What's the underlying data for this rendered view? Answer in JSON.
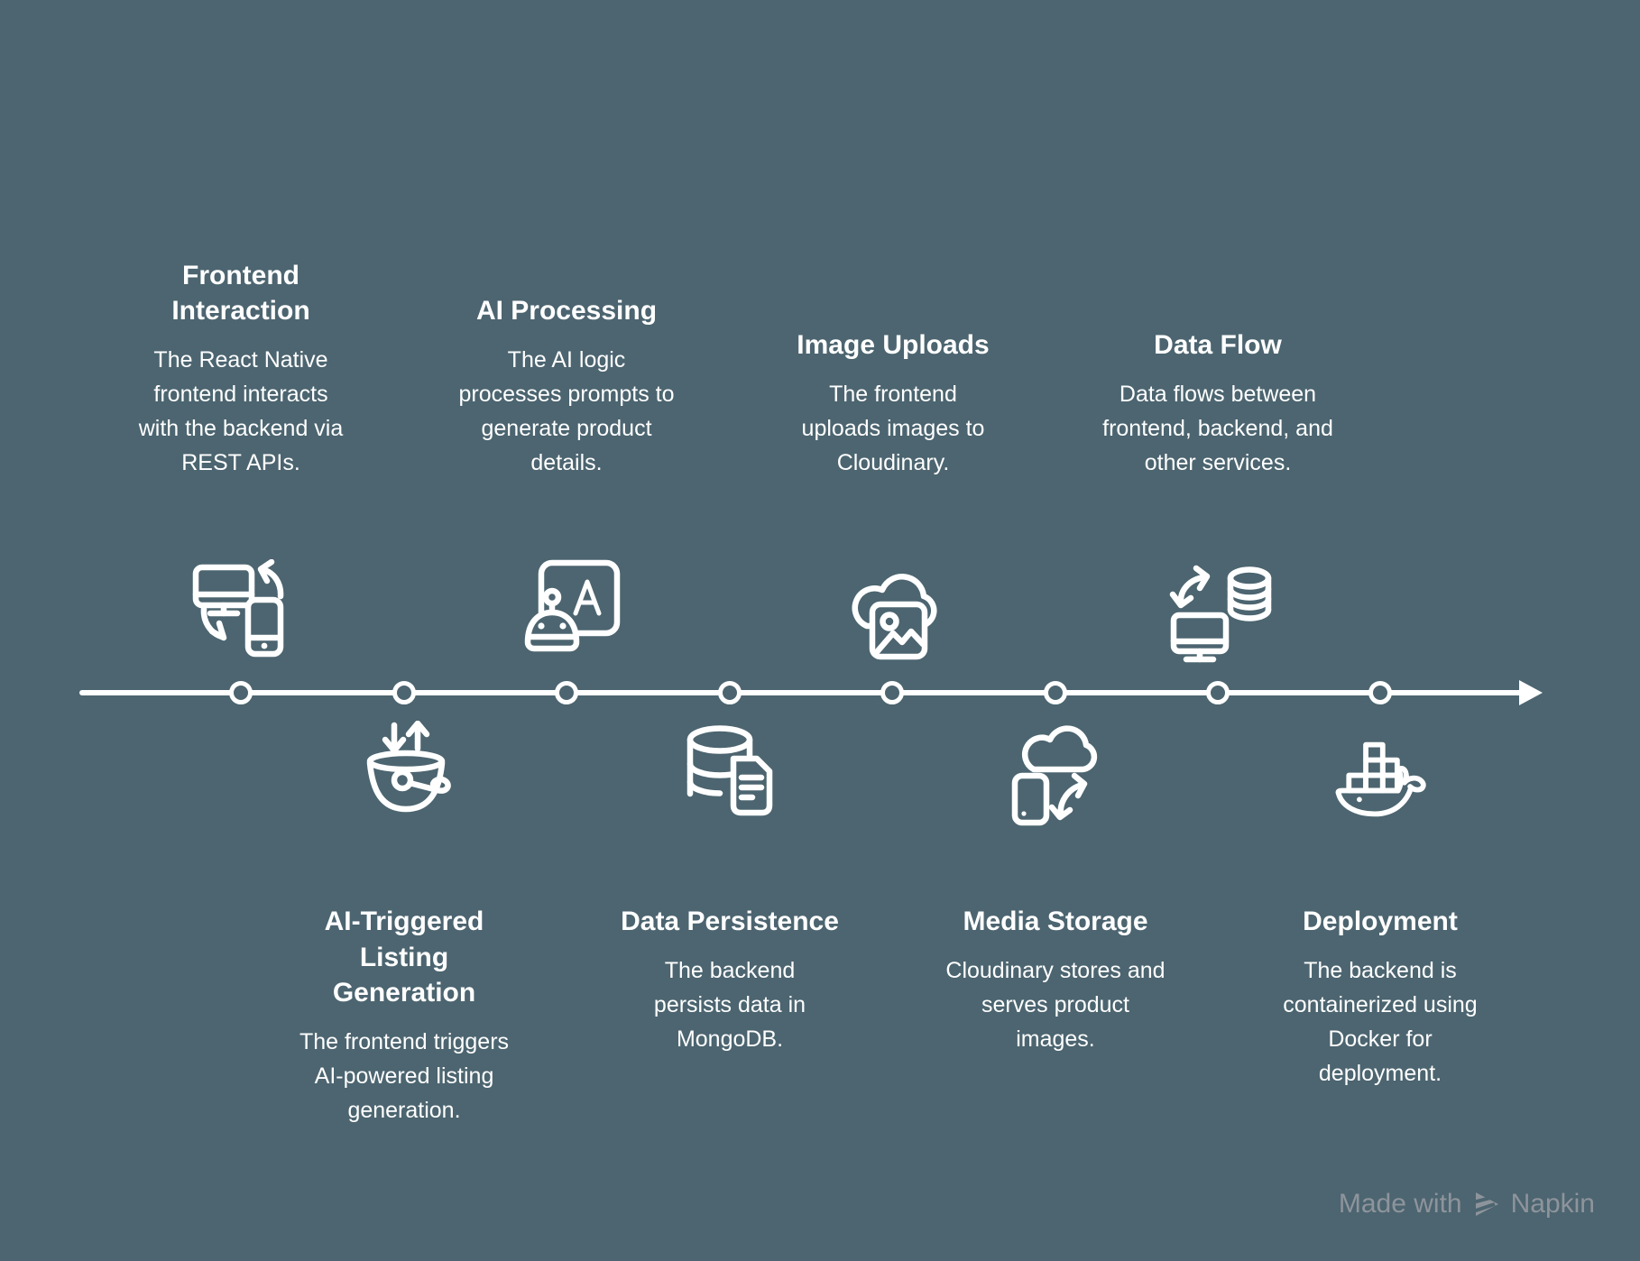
{
  "canvas": {
    "background_color": "#4c6570",
    "foreground_color": "#ffffff",
    "diagram_type": "timeline",
    "timeline": {
      "direction": "left-to-right",
      "node_count": 8,
      "arrowhead": "right"
    }
  },
  "steps": [
    {
      "position": "above",
      "title": "Frontend Interaction",
      "description": "The React Native frontend interacts with the backend via REST APIs.",
      "icon": "devices-sync-icon"
    },
    {
      "position": "below",
      "title": "AI-Triggered Listing Generation",
      "description": "The frontend triggers AI-powered listing generation.",
      "icon": "bucket-transfer-icon"
    },
    {
      "position": "above",
      "title": "AI Processing",
      "description": "The AI logic processes prompts to generate product details.",
      "icon": "ai-robot-chat-icon"
    },
    {
      "position": "below",
      "title": "Data Persistence",
      "description": "The backend persists data in MongoDB.",
      "icon": "database-document-icon"
    },
    {
      "position": "above",
      "title": "Image Uploads",
      "description": "The frontend uploads images to Cloudinary.",
      "icon": "cloud-image-icon"
    },
    {
      "position": "below",
      "title": "Media Storage",
      "description": "Cloudinary stores and serves product images.",
      "icon": "cloud-device-sync-icon"
    },
    {
      "position": "above",
      "title": "Data Flow",
      "description": "Data flows between frontend, backend, and other services.",
      "icon": "sync-database-monitor-icon"
    },
    {
      "position": "below",
      "title": "Deployment",
      "description": "The backend is containerized using Docker for deployment.",
      "icon": "docker-whale-icon"
    }
  ],
  "credit": {
    "prefix": "Made with",
    "brand": "Napkin",
    "color": "#8e949c",
    "logo": "napkin-logo-icon"
  }
}
